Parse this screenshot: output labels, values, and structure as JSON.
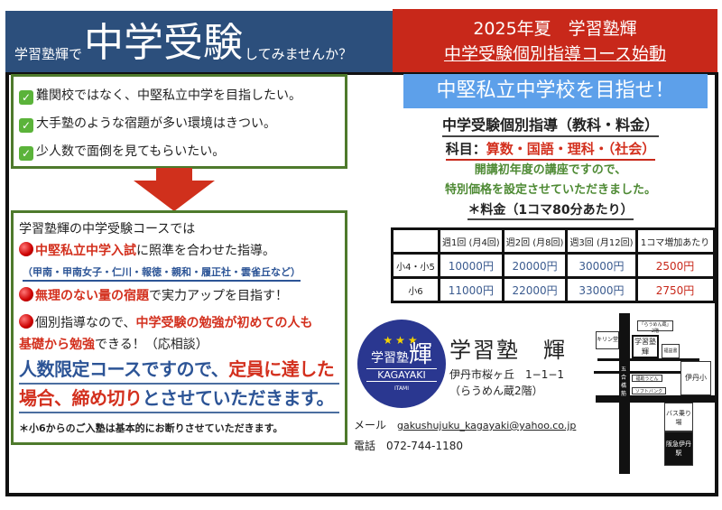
{
  "header": {
    "left_prefix": "学習塾輝で",
    "left_big": "中学受験",
    "left_suffix": "してみませんか？",
    "right_line1": "2025年夏　学習塾輝",
    "right_line2": "中学受験個別指導コース始動"
  },
  "checks": [
    "難関校ではなく、中堅私立中学を目指したい。",
    "大手塾のような宿題が多い環境はきつい。",
    "少人数で面倒を見てもらいたい。"
  ],
  "course": {
    "intro": "学習塾輝の中学受験コースでは",
    "p1_red": "中堅私立中学入試",
    "p1_rest": "に照準を合わせた指導。",
    "schools": "（甲南・甲南女子・仁川・報徳・親和・履正社・雲雀丘など）",
    "p2_red": "無理のない量の宿題",
    "p2_rest": "で実力アップを目指す！",
    "p3_a": "個別指導なので、",
    "p3_red1": "中学受験の勉強が初めての人も",
    "p3_red2": "基礎から勉強",
    "p3_b": "できる！（応相談）",
    "limit_a": "人数限定コースですので、",
    "limit_red1": "定員に達した",
    "limit_red2": "場合、締め切り",
    "limit_b": "とさせていただきます。",
    "note": "＊小6からのご入塾は基本的にお断りさせていただきます。"
  },
  "banner": "中堅私立中学校を目指せ！",
  "info": {
    "title": "中学受験個別指導（教科・料金）",
    "subject_label": "科目：",
    "subjects": "算数・国語・理科・（社会）",
    "green1": "開講初年度の講座ですので、",
    "green2": "特別価格を設定させていただきました。",
    "fee_title": "＊料金（1コマ80分あたり）"
  },
  "table": {
    "headers": [
      "",
      "週1回 (月4回)",
      "週2回 (月8回)",
      "週3回 (月12回)",
      "1コマ増加あたり"
    ],
    "rows": [
      [
        "小4・小5",
        "10000円",
        "20000円",
        "30000円",
        "2500円"
      ],
      [
        "小6",
        "11000円",
        "22000円",
        "33000円",
        "2750円"
      ]
    ]
  },
  "logo": {
    "top_text": "ITAMI",
    "main": "学習塾",
    "kanji": "輝",
    "roman": "KAGAYAKI"
  },
  "school": {
    "name": "学習塾　輝",
    "address": "伊丹市桜ヶ丘　1−1−1",
    "building": "（らうめん蔵2階）"
  },
  "contact": {
    "mail_label": "メール",
    "mail": "gakushujuku_kagayaki@yahoo.co.jp",
    "tel_label": "電話",
    "tel": "072-744-1180"
  },
  "map": {
    "ramen": "「らうめん蔵」2階",
    "kirin": "キリン堂",
    "juku": "学習塾輝",
    "shop": "福益書",
    "road": "五合橋筋",
    "udon": "福助うどん",
    "softbank": "ソフトバンク",
    "school": "伊丹小",
    "bus": "バス乗り場",
    "station": "阪急伊丹駅"
  }
}
